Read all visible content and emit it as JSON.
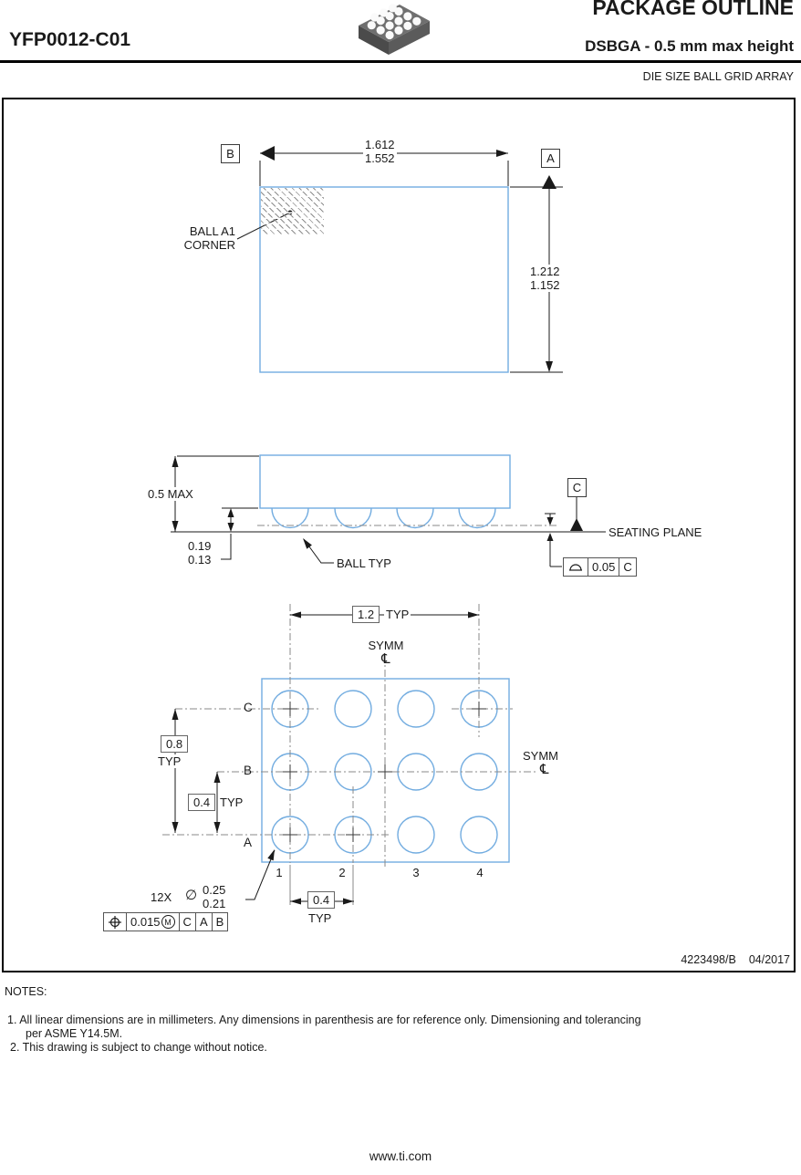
{
  "header": {
    "part_number": "YFP0012-C01",
    "title": "PACKAGE OUTLINE",
    "subtitle": "DSBGA - 0.5 mm max height",
    "package_family": "DIE SIZE BALL GRID ARRAY"
  },
  "top_view": {
    "datum_b": "B",
    "datum_a": "A",
    "width_max": "1.612",
    "width_min": "1.552",
    "height_max": "1.212",
    "height_min": "1.152",
    "ball_a1_line1": "BALL A1",
    "ball_a1_line2": "CORNER"
  },
  "side_view": {
    "max_height": "0.5 MAX",
    "ball_height_max": "0.19",
    "ball_height_min": "0.13",
    "ball_label": "BALL TYP",
    "datum_c": "C",
    "seating_plane": "SEATING PLANE",
    "flatness": {
      "icon": "profile-surface-symbol",
      "value": "0.05",
      "datum": "C"
    }
  },
  "bottom_view": {
    "symm": "SYMM",
    "centerline": "℄",
    "pitch_span_x": "1.2",
    "pitch_span_y": "0.8",
    "pitch_y": "0.4",
    "pitch_x": "0.4",
    "typ": "TYP",
    "rows": [
      "C",
      "B",
      "A"
    ],
    "cols": [
      "1",
      "2",
      "3",
      "4"
    ],
    "ball_spec": {
      "count": "12X",
      "dia": "∅",
      "max": "0.25",
      "min": "0.21"
    },
    "position": {
      "icon": "position-symbol",
      "value": "0.015",
      "modifier": "M",
      "datum1": "C",
      "datum2": "A",
      "datum3": "B"
    }
  },
  "footer": {
    "drawing_number": "4223498/B",
    "revision_date": "04/2017",
    "notes_title": "NOTES:",
    "note1_line1": "1. All linear dimensions are in millimeters. Any dimensions in parenthesis are for reference only. Dimensioning and tolerancing",
    "note1_line2": "per ASME Y14.5M.",
    "note2": "2. This drawing is subject to change without notice.",
    "website": "www.ti.com"
  },
  "colors": {
    "outline_blue": "#72ace0",
    "centerline_gray": "#8a8a8a",
    "ink": "#1a1a1a"
  }
}
